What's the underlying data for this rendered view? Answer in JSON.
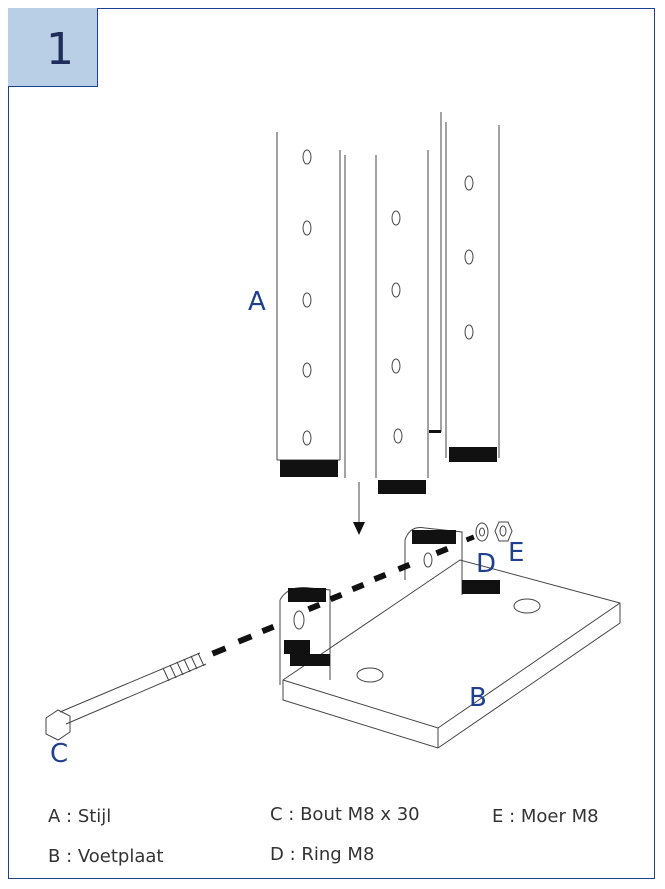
{
  "step": {
    "number": "1"
  },
  "labels": {
    "a": "A",
    "b": "B",
    "c": "C",
    "d": "D",
    "e": "E"
  },
  "legend": {
    "a": "A : Stijl",
    "b": "B : Voetplaat",
    "c": "C : Bout M8 x 30",
    "d": "D : Ring M8",
    "e": "E : Moer M8"
  },
  "colors": {
    "frame": "#1f3f8f",
    "step_bg": "#b8cfe6",
    "label": "#1f3f8f",
    "legend_text": "#333333"
  }
}
